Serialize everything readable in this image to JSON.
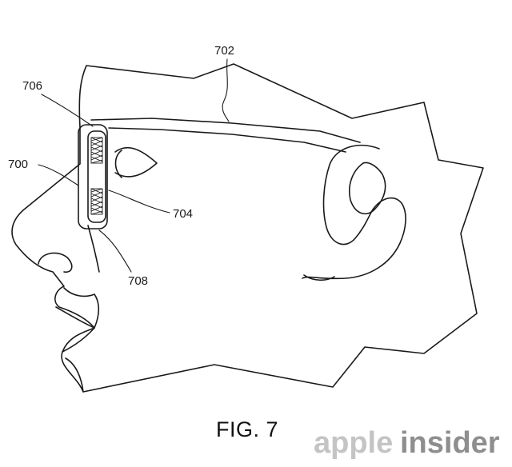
{
  "figure": {
    "caption": "FIG. 7",
    "labels": {
      "display_device": "700",
      "frame": "702",
      "emitter": "704",
      "lens_top": "706",
      "lens_bottom": "708"
    },
    "watermark": {
      "part1": "apple",
      "part2": "insider"
    }
  }
}
